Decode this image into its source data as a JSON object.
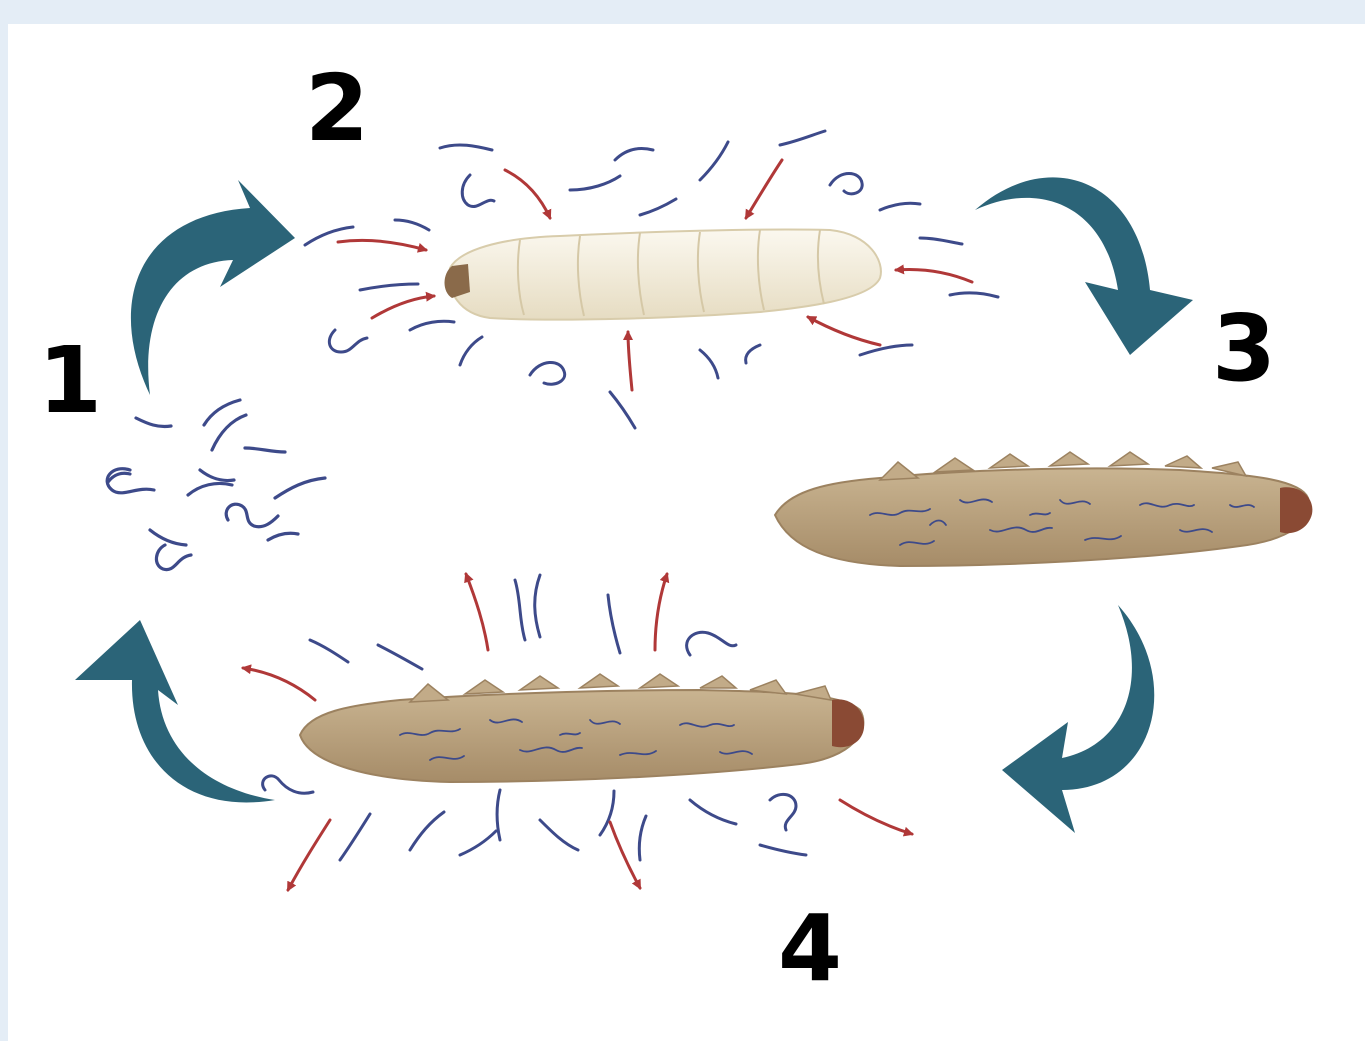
{
  "steps": [
    {
      "label": "1"
    },
    {
      "label": "2"
    },
    {
      "label": "3"
    },
    {
      "label": "4"
    }
  ],
  "colors": {
    "background": "#e4edf6",
    "panel": "#ffffff",
    "cycle_arrow": "#2b6478",
    "nematode": "#3d4a8a",
    "movement_arrow": "#b03838",
    "healthy_larva": "#f2ead6",
    "infected_larva": "#b9a180",
    "larva_head": "#8a4a34"
  },
  "icons": [
    "cycle-arrow-icon",
    "nematode-icon",
    "movement-arrow-icon",
    "larva-icon"
  ]
}
